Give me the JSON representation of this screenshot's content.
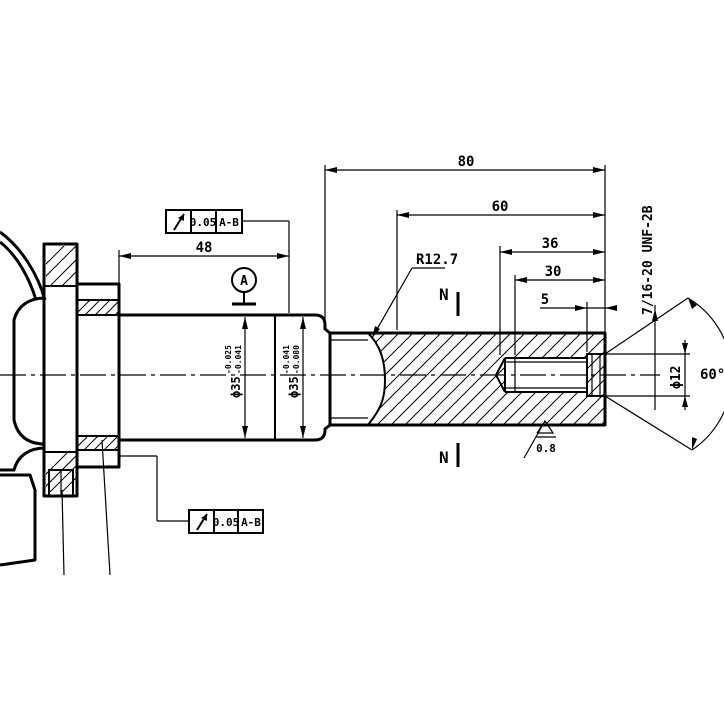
{
  "dimensions": {
    "len_80": "80",
    "len_60": "60",
    "len_48": "48",
    "len_36": "36",
    "len_30": "30",
    "len_5": "5",
    "radius": "R12.7",
    "thread": "7/16-20 UNF-2B",
    "angle": "60°",
    "hole_dia": "ϕ12",
    "dia_left": "ϕ35",
    "dia_left_upper_dev": "-0.025",
    "dia_left_lower_dev": "-0.041",
    "dia_right": "ϕ35",
    "dia_right_upper_dev": "-0.041",
    "dia_right_lower_dev": "-0.080"
  },
  "tolerance_frames": {
    "top": {
      "value": "0.05",
      "datum": "A-B"
    },
    "bottom": {
      "value": "0.05",
      "datum": "A-B"
    }
  },
  "datum_label": "A",
  "surface_finish": "0.8",
  "section_marker": "N"
}
